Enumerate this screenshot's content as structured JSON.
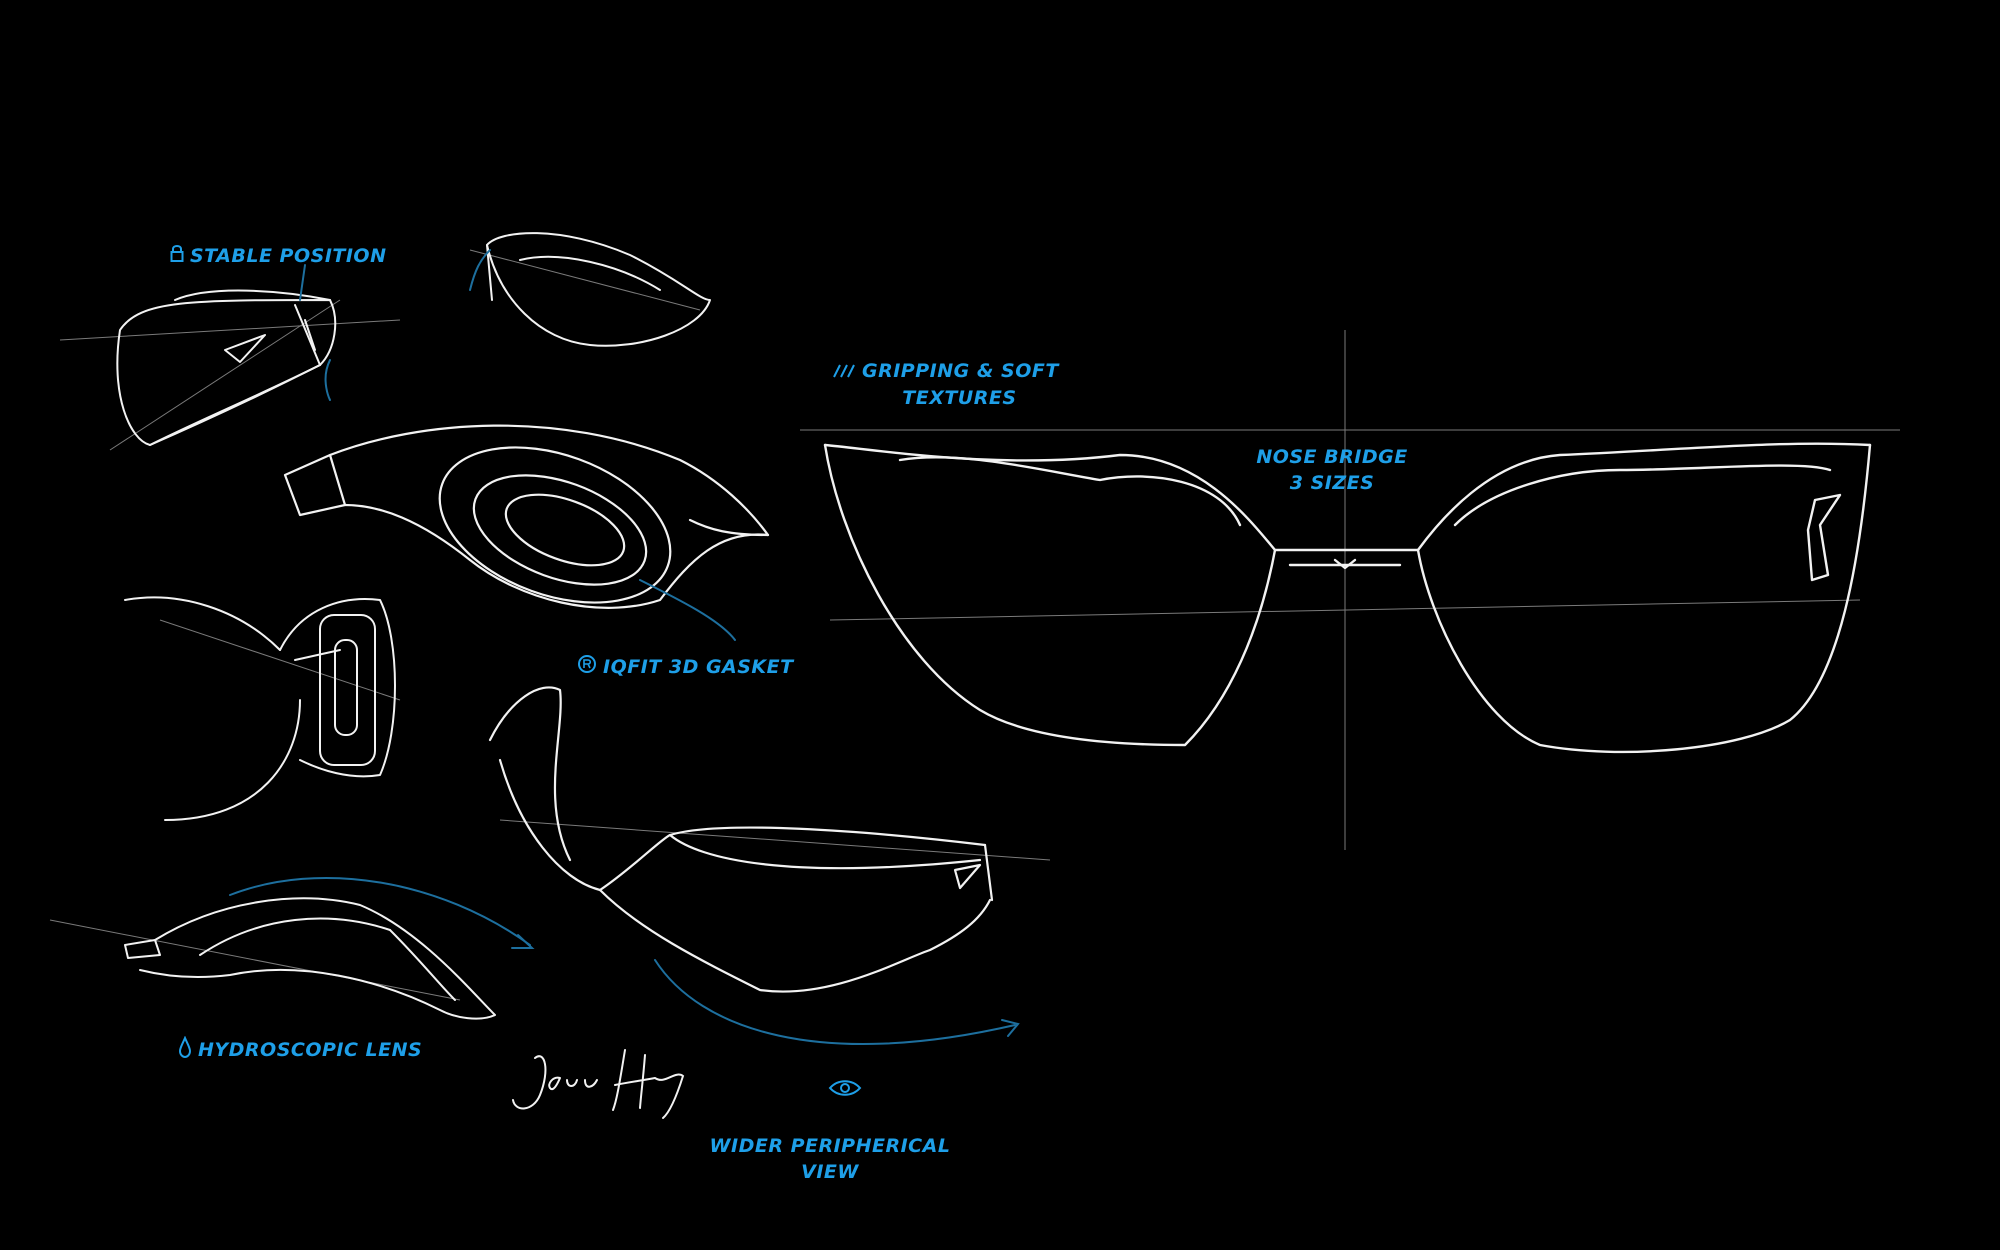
{
  "colors": {
    "background": "#000000",
    "label": "#1e9fe8",
    "line": "#f2f2f2",
    "arrow": "#1d6f9e"
  },
  "labels": {
    "stable_position": "STABLE POSITION",
    "gripping_line1": "GRIPPING & SOFT",
    "gripping_line2": "TEXTURES",
    "nose_bridge_line1": "NOSE BRIDGE",
    "nose_bridge_line2": "3 SIZES",
    "gasket": "IQFIT 3D GASKET",
    "hydroscopic": "HYDROSCOPIC LENS",
    "peripheral_line1": "WIDER PERIPHERICAL",
    "peripheral_line2": "VIEW"
  },
  "icons": {
    "stable_position": "lock-icon",
    "gripping": "hatch-lines-icon",
    "gasket": "registered-circle-icon",
    "hydroscopic": "droplet-icon",
    "peripheral": "eye-icon"
  },
  "signature": "Jean Hong"
}
